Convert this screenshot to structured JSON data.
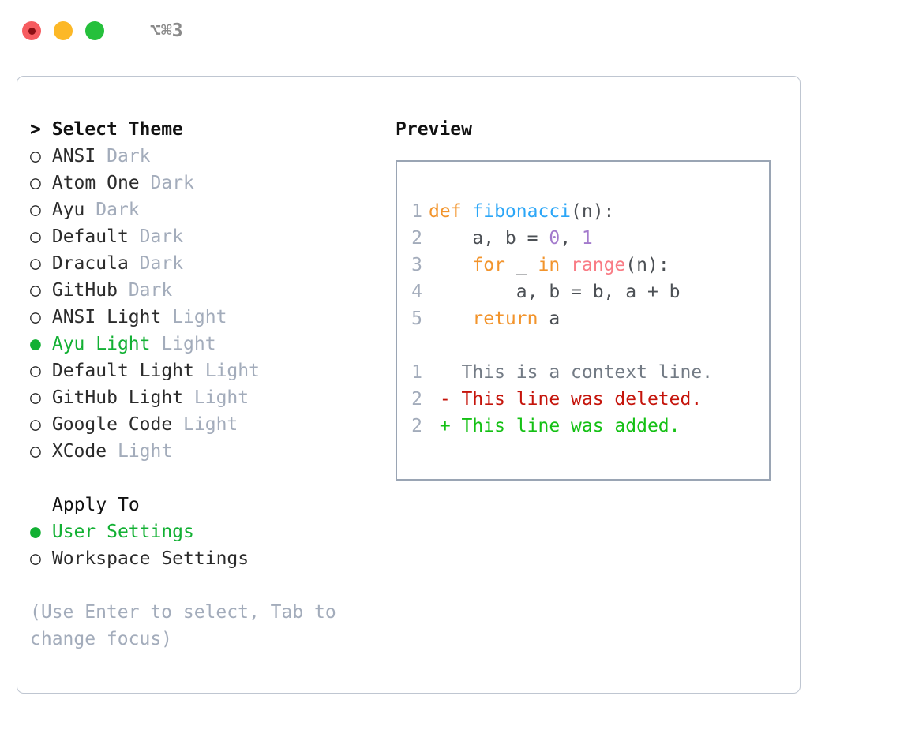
{
  "titlebar": {
    "traffic_lights": [
      "close-red",
      "minimize-yellow",
      "maximize-green"
    ],
    "shortcut": "⌥⌘3"
  },
  "theme_section": {
    "caret": ">",
    "heading": "Select Theme",
    "options": [
      {
        "marker": "○",
        "label": "ANSI",
        "suffix": "Dark",
        "selected": false
      },
      {
        "marker": "○",
        "label": "Atom One",
        "suffix": "Dark",
        "selected": false
      },
      {
        "marker": "○",
        "label": "Ayu",
        "suffix": "Dark",
        "selected": false
      },
      {
        "marker": "○",
        "label": "Default",
        "suffix": "Dark",
        "selected": false
      },
      {
        "marker": "○",
        "label": "Dracula",
        "suffix": "Dark",
        "selected": false
      },
      {
        "marker": "○",
        "label": "GitHub",
        "suffix": "Dark",
        "selected": false
      },
      {
        "marker": "○",
        "label": "ANSI Light",
        "suffix": "Light",
        "selected": false
      },
      {
        "marker": "●",
        "label": "Ayu Light",
        "suffix": "Light",
        "selected": true
      },
      {
        "marker": "○",
        "label": "Default Light",
        "suffix": "Light",
        "selected": false
      },
      {
        "marker": "○",
        "label": "GitHub Light",
        "suffix": "Light",
        "selected": false
      },
      {
        "marker": "○",
        "label": "Google Code",
        "suffix": "Light",
        "selected": false
      },
      {
        "marker": "○",
        "label": "XCode",
        "suffix": "Light",
        "selected": false
      }
    ]
  },
  "apply_section": {
    "heading": "Apply To",
    "options": [
      {
        "marker": "●",
        "label": "User Settings",
        "selected": true
      },
      {
        "marker": "○",
        "label": "Workspace Settings",
        "selected": false
      }
    ]
  },
  "hint": "(Use Enter to select, Tab to change focus)",
  "preview": {
    "title": "Preview",
    "code_lines": [
      {
        "number": "1",
        "tokens": [
          {
            "text": "def ",
            "kind": "keyword"
          },
          {
            "text": "fibonacci",
            "kind": "function"
          },
          {
            "text": "(n):",
            "kind": "plain"
          }
        ]
      },
      {
        "number": "2",
        "tokens": [
          {
            "text": "    a, b = ",
            "kind": "plain"
          },
          {
            "text": "0",
            "kind": "number"
          },
          {
            "text": ", ",
            "kind": "plain"
          },
          {
            "text": "1",
            "kind": "number"
          }
        ]
      },
      {
        "number": "3",
        "tokens": [
          {
            "text": "    ",
            "kind": "plain"
          },
          {
            "text": "for",
            "kind": "keyword"
          },
          {
            "text": " _ ",
            "kind": "plain"
          },
          {
            "text": "in",
            "kind": "keyword"
          },
          {
            "text": " ",
            "kind": "plain"
          },
          {
            "text": "range",
            "kind": "builtin"
          },
          {
            "text": "(n):",
            "kind": "plain"
          }
        ]
      },
      {
        "number": "4",
        "tokens": [
          {
            "text": "        a, b = b, a + b",
            "kind": "plain"
          }
        ]
      },
      {
        "number": "5",
        "tokens": [
          {
            "text": "    ",
            "kind": "plain"
          },
          {
            "text": "return",
            "kind": "keyword"
          },
          {
            "text": " a",
            "kind": "plain"
          }
        ]
      }
    ],
    "diff_lines": [
      {
        "number": "1",
        "sign": " ",
        "text": "This is a context line.",
        "kind": "context"
      },
      {
        "number": "2",
        "sign": "-",
        "text": "This line was deleted.",
        "kind": "deleted"
      },
      {
        "number": "2",
        "sign": "+",
        "text": "This line was added.",
        "kind": "added"
      }
    ]
  },
  "colors": {
    "selected_green": "#12b033",
    "muted_gray": "#a3acbb",
    "keyword_orange": "#f2942c",
    "function_blue": "#2ba6f7",
    "number_purple": "#a37acc",
    "builtin_salmon": "#f97c85",
    "diff_deleted_red": "#c5140b",
    "diff_added_green": "#14c014",
    "panel_border": "#bfc6d1",
    "preview_border": "#9aa5b4"
  }
}
